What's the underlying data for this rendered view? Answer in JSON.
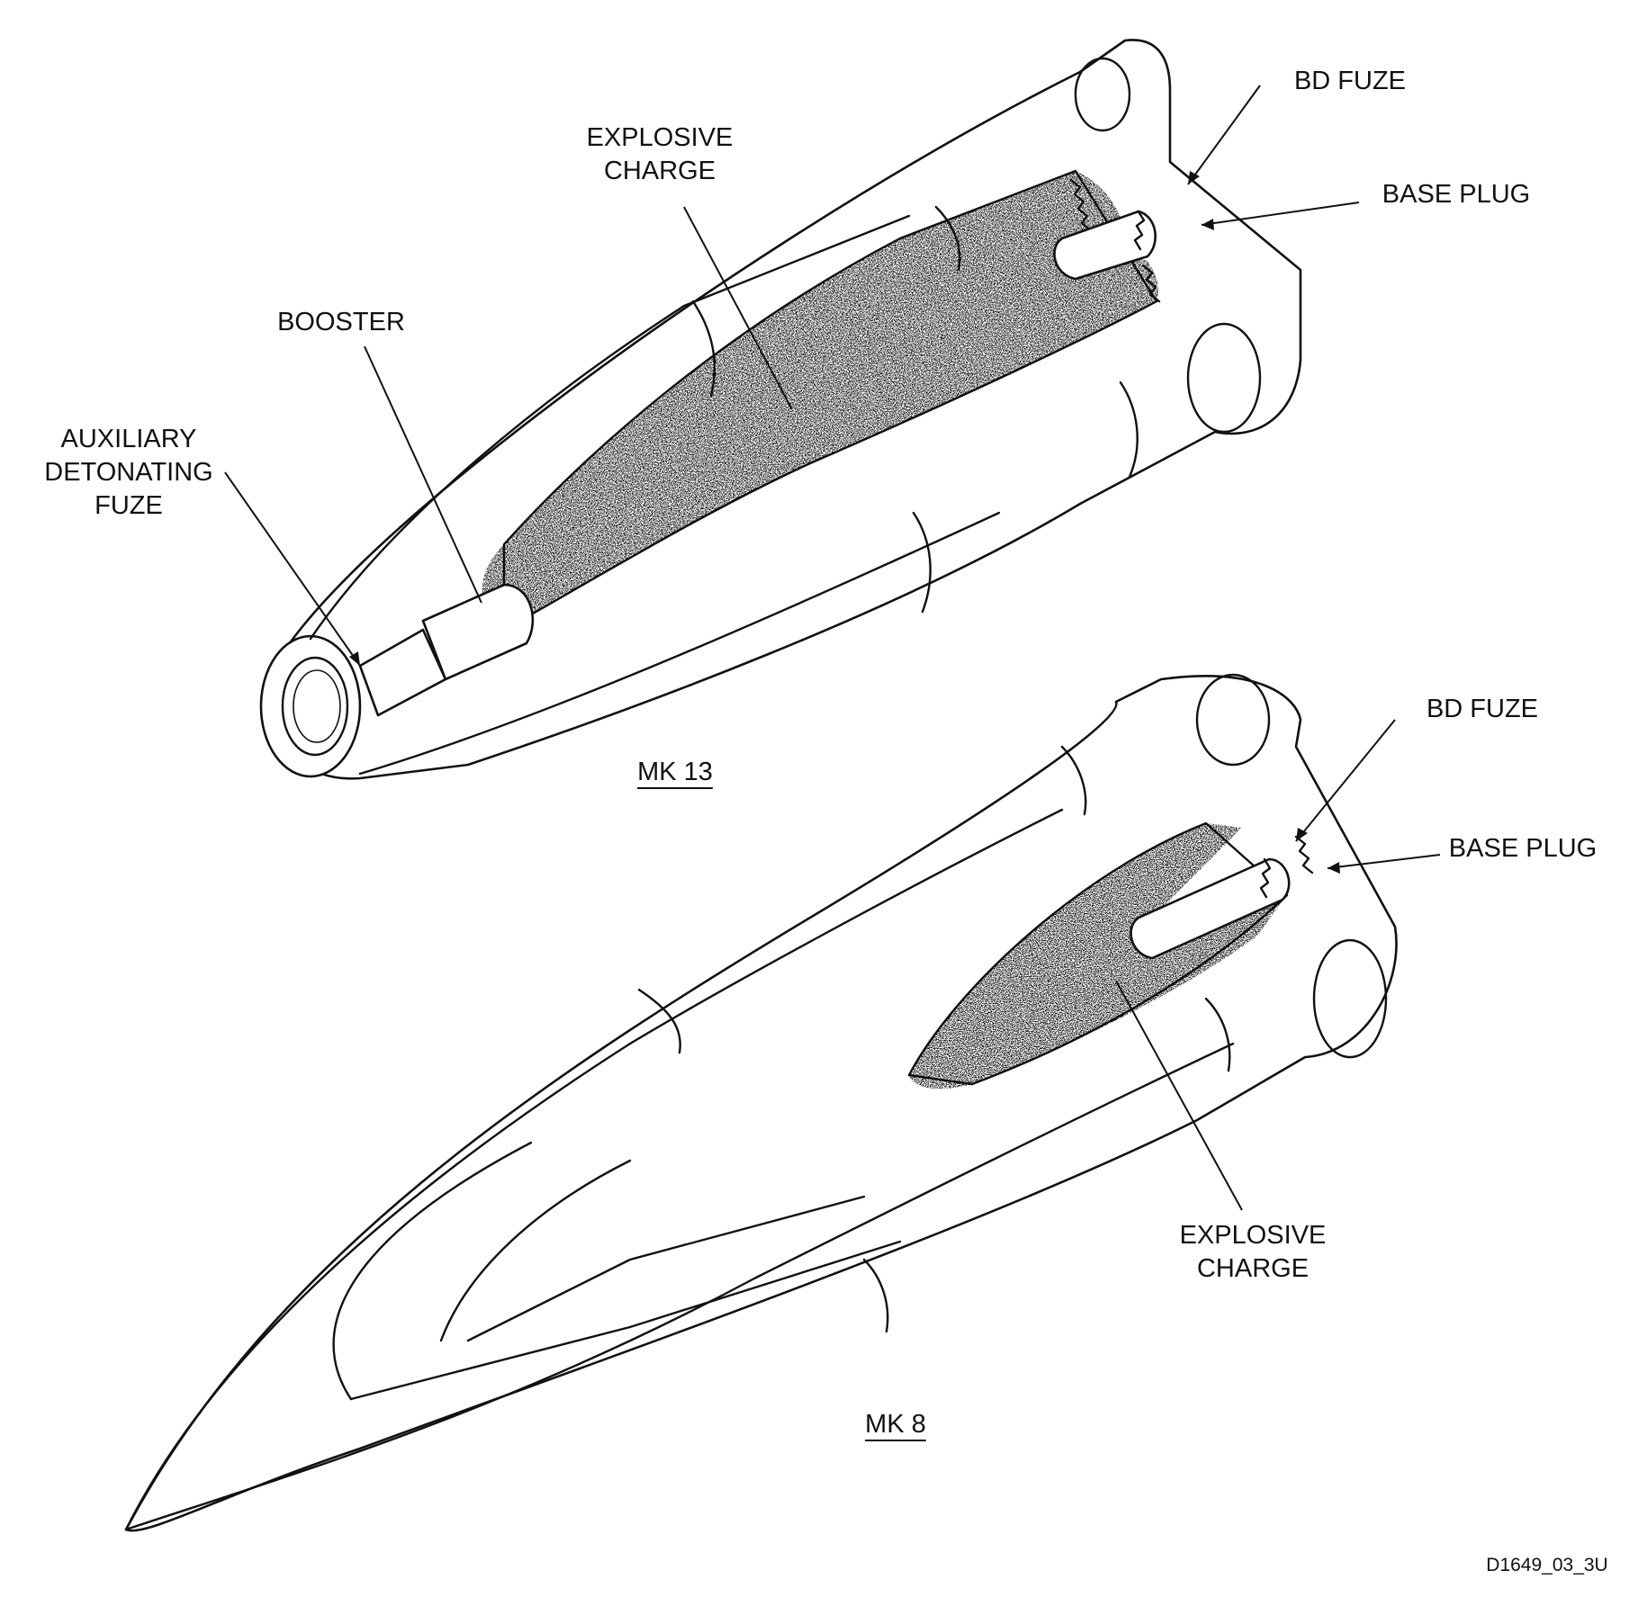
{
  "mk13": {
    "title": "MK 13",
    "labels": {
      "bd_fuze": "BD FUZE",
      "base_plug": "BASE PLUG",
      "explosive_charge": [
        "EXPLOSIVE",
        "CHARGE"
      ],
      "booster": "BOOSTER",
      "auxiliary_detonating_fuze": [
        "AUXILIARY",
        "DETONATING",
        "FUZE"
      ]
    }
  },
  "mk8": {
    "title": "MK 8",
    "labels": {
      "bd_fuze": "BD FUZE",
      "base_plug": "BASE PLUG",
      "explosive_charge": [
        "EXPLOSIVE",
        "CHARGE"
      ]
    }
  },
  "figure_code": "D1649_03_3U",
  "colors": {
    "ink": "#111111",
    "paper": "#ffffff"
  }
}
